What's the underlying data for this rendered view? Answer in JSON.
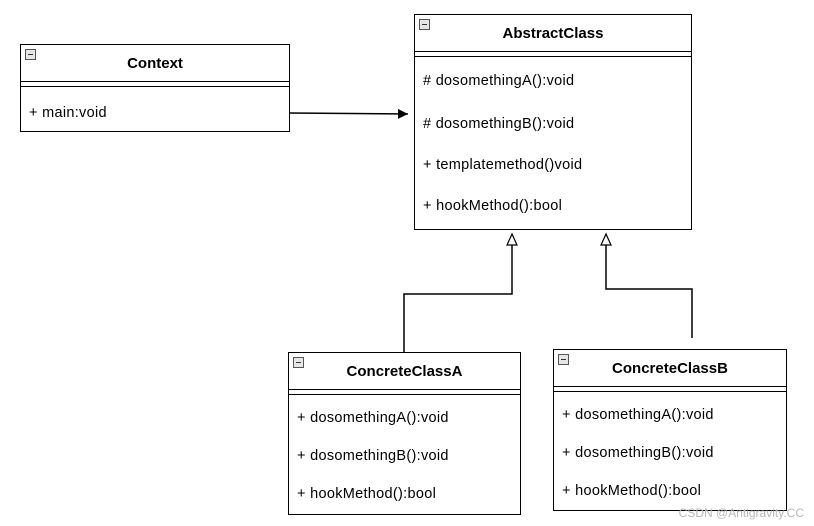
{
  "classes": {
    "context": {
      "name": "Context",
      "members": [
        "+ main:void"
      ]
    },
    "abstract": {
      "name": "AbstractClass",
      "members": [
        "# dosomethingA():void",
        "# dosomethingB():void",
        "+ templatemethod()void",
        "+ hookMethod():bool"
      ]
    },
    "concreteA": {
      "name": "ConcreteClassA",
      "members": [
        "+ dosomethingA():void",
        "+ dosomethingB():void",
        "+ hookMethod():bool"
      ]
    },
    "concreteB": {
      "name": "ConcreteClassB",
      "members": [
        "+ dosomethingA():void",
        "+ dosomethingB():void",
        "+ hookMethod():bool"
      ]
    }
  },
  "relations": [
    {
      "from": "Context",
      "to": "AbstractClass",
      "kind": "association"
    },
    {
      "from": "ConcreteClassA",
      "to": "AbstractClass",
      "kind": "inheritance"
    },
    {
      "from": "ConcreteClassB",
      "to": "AbstractClass",
      "kind": "inheritance"
    }
  ],
  "watermark": "CSDN @Antigravity.CC"
}
